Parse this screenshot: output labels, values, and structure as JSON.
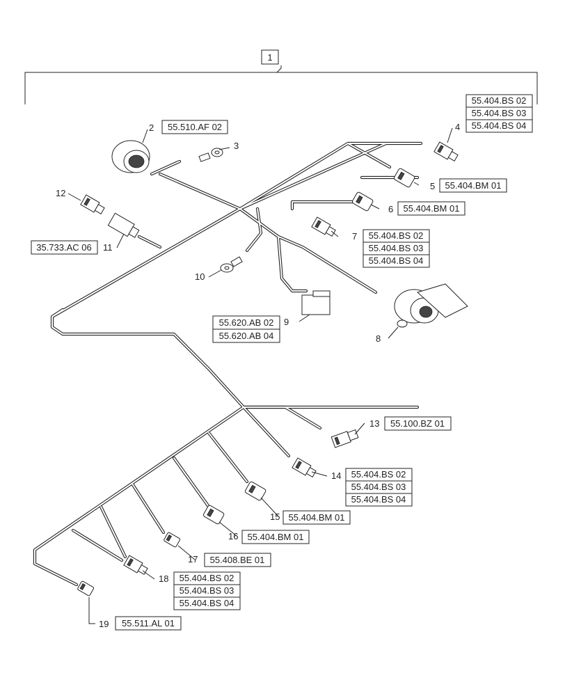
{
  "assembly_label": "1",
  "callouts": {
    "c2": "2",
    "c3": "3",
    "c4": "4",
    "c5": "5",
    "c6": "6",
    "c7": "7",
    "c8": "8",
    "c9": "9",
    "c10": "10",
    "c11": "11",
    "c12": "12",
    "c13": "13",
    "c14": "14",
    "c15": "15",
    "c16": "16",
    "c17": "17",
    "c18": "18",
    "c19": "19"
  },
  "refs": {
    "r2": "55.510.AF 02",
    "r4a": "55.404.BS 02",
    "r4b": "55.404.BS 03",
    "r4c": "55.404.BS 04",
    "r5": "55.404.BM 01",
    "r6": "55.404.BM 01",
    "r7a": "55.404.BS 02",
    "r7b": "55.404.BS 03",
    "r7c": "55.404.BS 04",
    "r9a": "55.620.AB 02",
    "r9b": "55.620.AB 04",
    "r11": "35.733.AC 06",
    "r13": "55.100.BZ 01",
    "r14a": "55.404.BS 02",
    "r14b": "55.404.BS 03",
    "r14c": "55.404.BS 04",
    "r15": "55.404.BM 01",
    "r16": "55.404.BM 01",
    "r17": "55.408.BE 01",
    "r18a": "55.404.BS 02",
    "r18b": "55.404.BS 03",
    "r18c": "55.404.BS 04",
    "r19": "55.511.AL 01"
  }
}
